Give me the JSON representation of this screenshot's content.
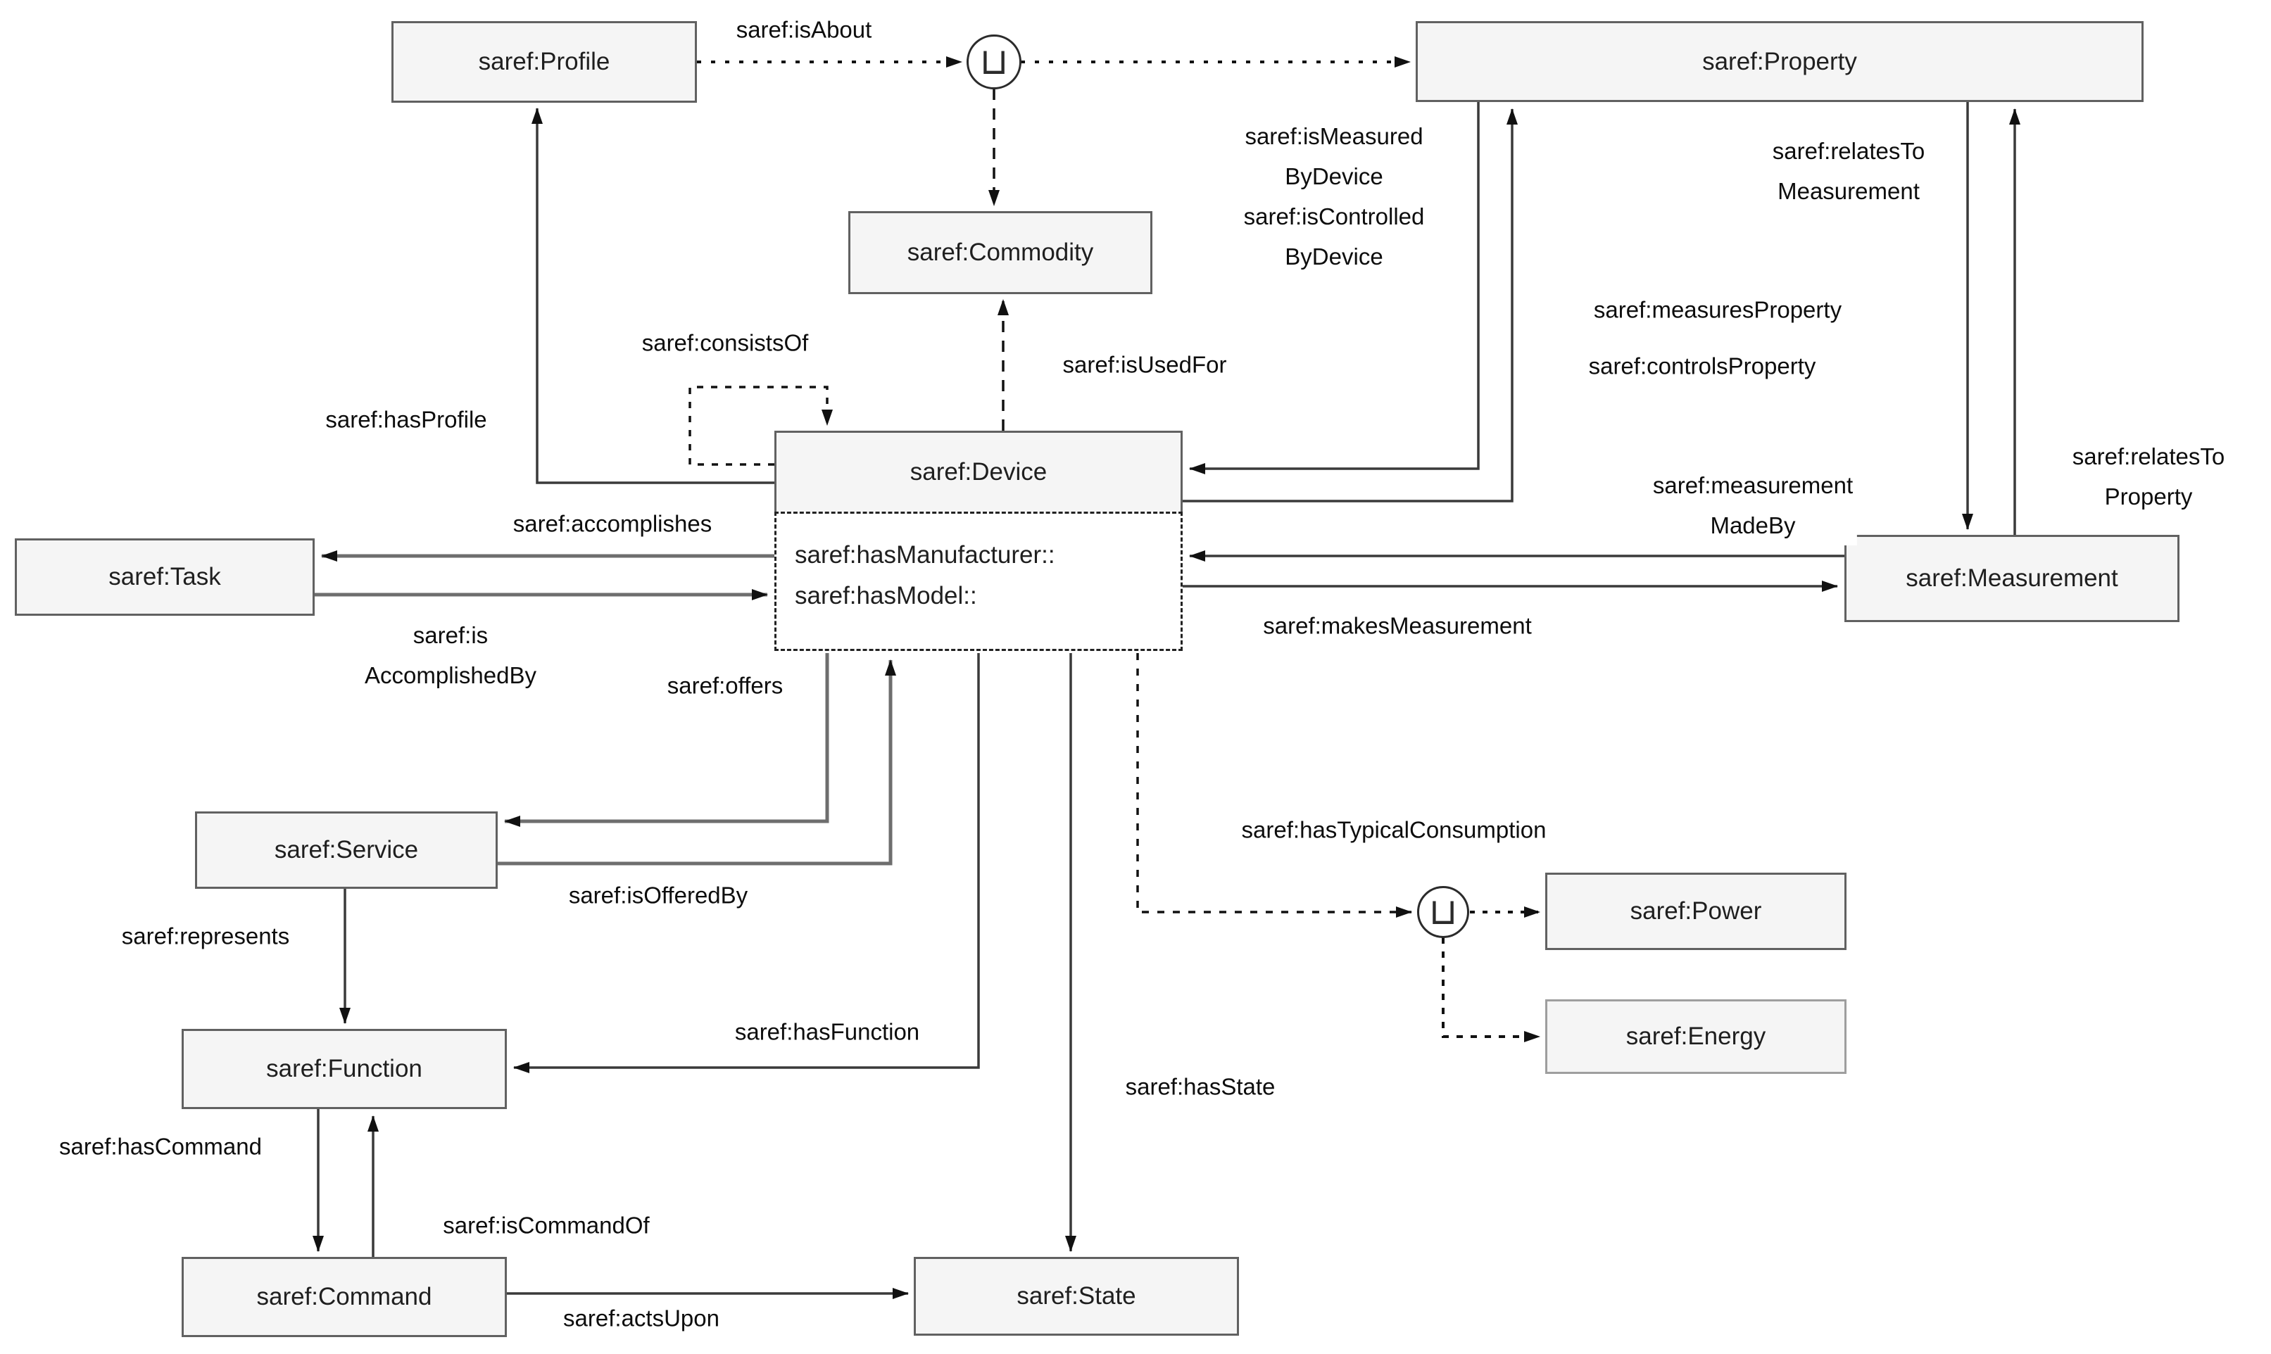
{
  "colors": {
    "background": "#ffffff",
    "node_fill": "#f5f5f5",
    "node_border": "#616161",
    "energy_border": "#9e9e9e",
    "edge_solid": "#3a3a3a",
    "edge_dashed": "#111111",
    "text": "#0d0d0d"
  },
  "union_operator": "⊔",
  "nodes": {
    "profile": "saref:Profile",
    "property": "saref:Property",
    "commodity": "saref:Commodity",
    "device": {
      "title": "saref:Device",
      "attributes": [
        "saref:hasManufacturer::",
        "saref:hasModel::"
      ]
    },
    "task": "saref:Task",
    "measurement": "saref:Measurement",
    "service": "saref:Service",
    "function": "saref:Function",
    "command": "saref:Command",
    "state": "saref:State",
    "power": "saref:Power",
    "energy": "saref:Energy"
  },
  "edge_labels": {
    "is_about": "saref:isAbout",
    "is_measured_by_device": {
      "lines": [
        "saref:isMeasured",
        "ByDevice"
      ]
    },
    "is_controlled_by_device": {
      "lines": [
        "saref:isControlled",
        "ByDevice"
      ]
    },
    "relates_to_measurement": {
      "lines": [
        "saref:relatesTo",
        "Measurement"
      ]
    },
    "relates_to_property": {
      "lines": [
        "saref:relatesTo",
        "Property"
      ]
    },
    "measures_property": "saref:measuresProperty",
    "controls_property": "saref:controlsProperty",
    "consists_of": "saref:consistsOf",
    "has_profile": "saref:hasProfile",
    "is_used_for": "saref:isUsedFor",
    "accomplishes": "saref:accomplishes",
    "is_accomplished_by": {
      "lines": [
        "saref:is",
        "AccomplishedBy"
      ]
    },
    "measurement_made_by": {
      "lines": [
        "saref:measurement",
        "MadeBy"
      ]
    },
    "makes_measurement": "saref:makesMeasurement",
    "offers": "saref:offers",
    "is_offered_by": "saref:isOfferedBy",
    "represents": "saref:represents",
    "has_function": "saref:hasFunction",
    "has_typical_consumption": "saref:hasTypicalConsumption",
    "has_state": "saref:hasState",
    "has_command": "saref:hasCommand",
    "is_command_of": "saref:isCommandOf",
    "acts_upon": "saref:actsUpon"
  }
}
